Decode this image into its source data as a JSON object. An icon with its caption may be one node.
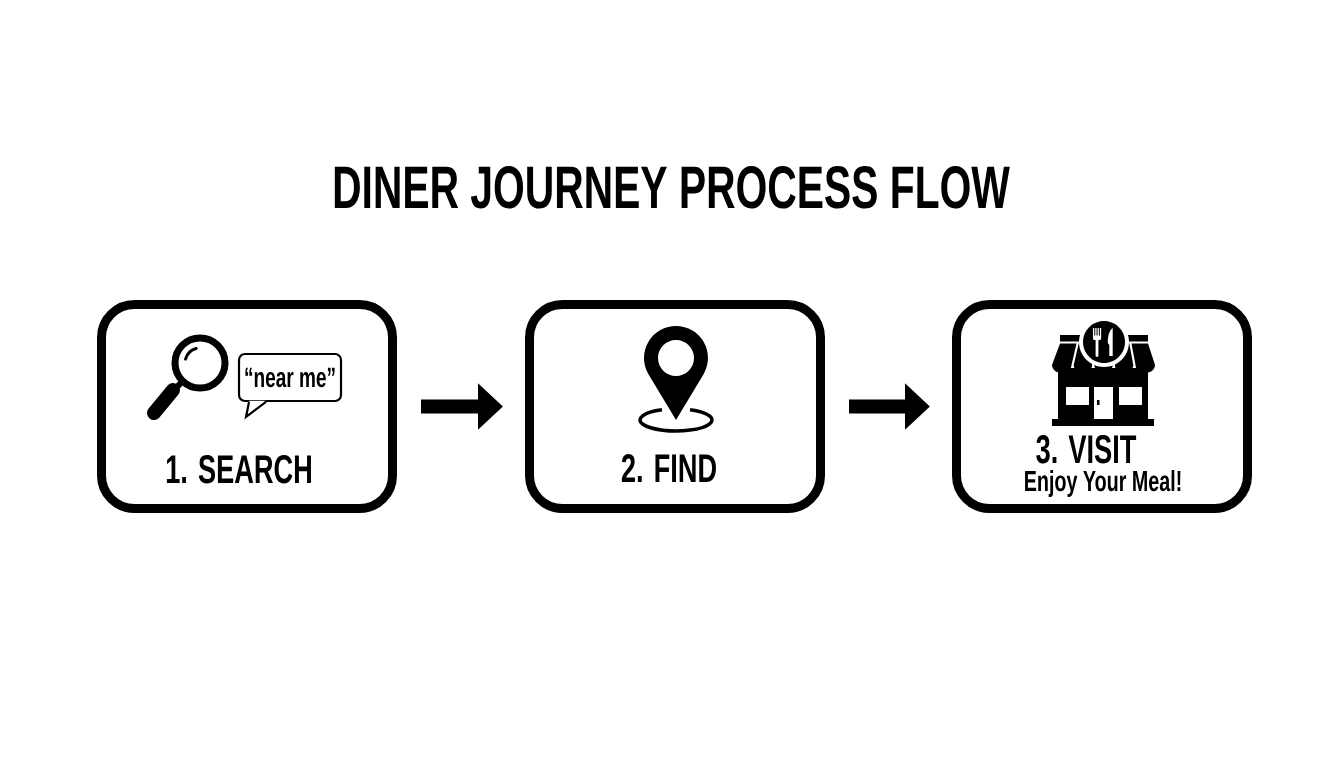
{
  "diagram": {
    "title": "DINER JOURNEY PROCESS FLOW",
    "nodes": [
      {
        "text": [
          "1. SEARCH"
        ]
      },
      {
        "text": [
          "“near me”"
        ],
        "in": 0
      },
      {
        "text": [
          "2. FIND"
        ]
      },
      {
        "text": [
          "3. VISIT",
          "Enjoy Your Meal!"
        ]
      }
    ],
    "edges": [
      {
        "from": 0,
        "to": 2,
        "arrow": "to"
      },
      {
        "from": 2,
        "to": 3,
        "arrow": "to"
      }
    ]
  }
}
